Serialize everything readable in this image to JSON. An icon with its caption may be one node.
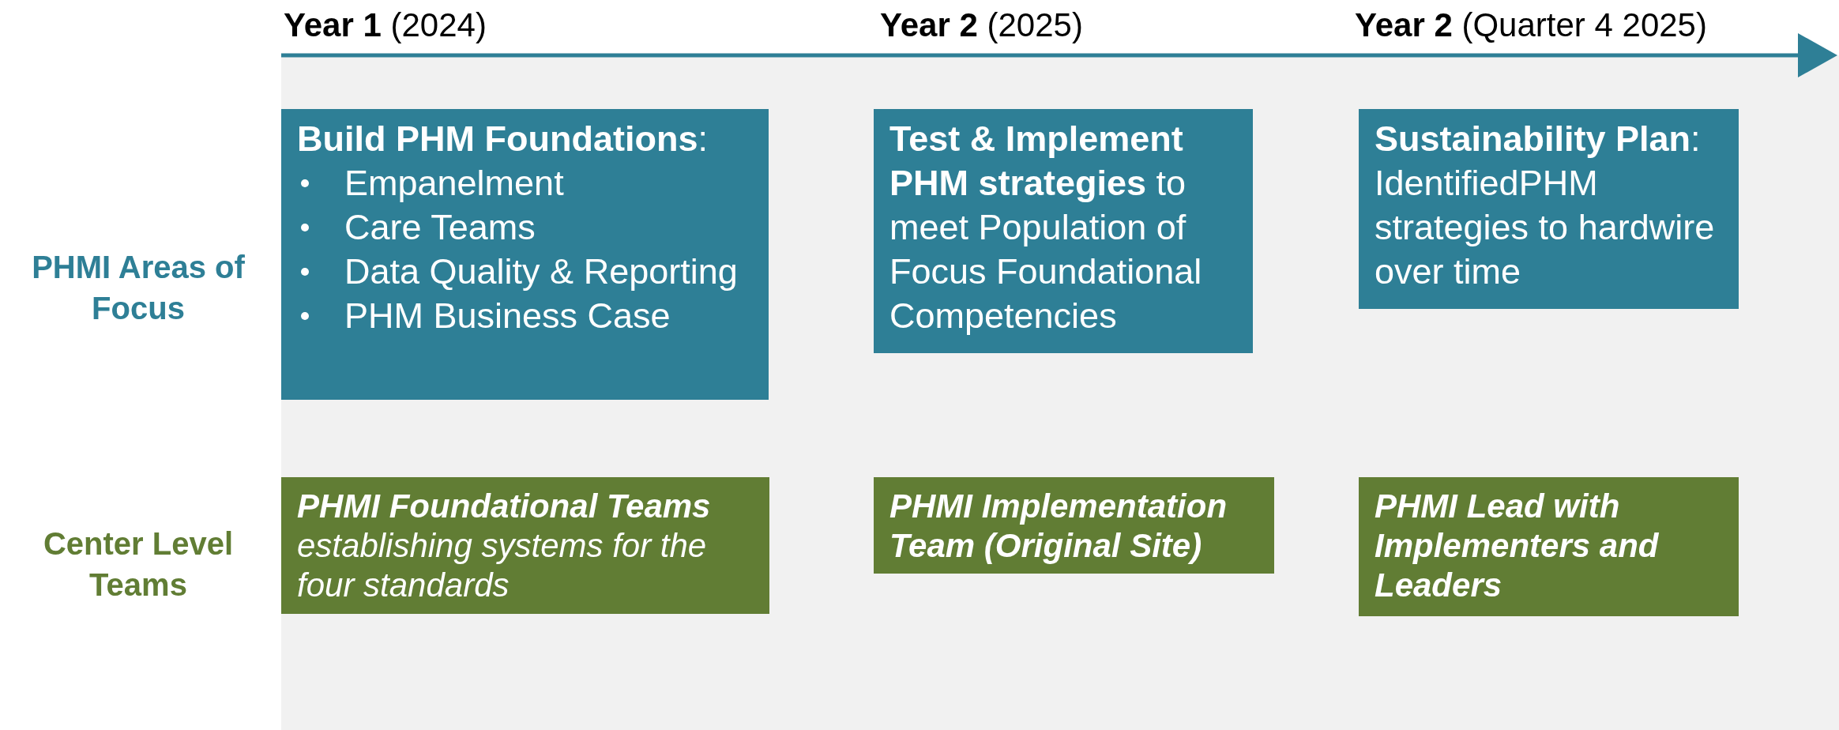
{
  "diagram": {
    "nodes": [
      {
        "text": [
          "**Build PHM Foundations**:",
          "Empanelment",
          "Care Teams",
          "Data Quality & Reporting",
          "PHM Business Case"
        ]
      },
      {
        "text": [
          "**Test & Implement PHM strategies** to meet Population of Focus Foundational Competencies"
        ]
      },
      {
        "text": [
          "**Sustainability Plan**: IdentifiedPHM strategies to hardwire over time"
        ]
      },
      {
        "text": [
          "**PHMI Foundational Teams** establishing systems for the four standards"
        ]
      },
      {
        "text": [
          "PHMI Implementation Team  (Original Site)"
        ]
      },
      {
        "text": [
          "PHMI Lead with Implementers and Leaders"
        ]
      }
    ],
    "edges": [],
    "labels": [
      "**Year 1** (2024)",
      "**Year 2** (2025)",
      "**Year 2** (Quarter 4 2025)",
      "PHMI Areas of Focus",
      "Center Level Teams"
    ]
  }
}
